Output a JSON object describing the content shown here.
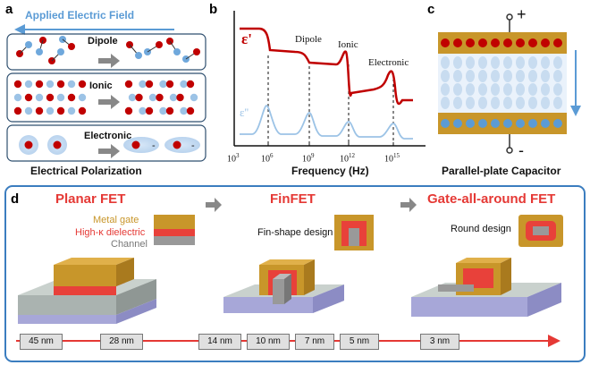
{
  "panel_a": {
    "letter": "a",
    "field_label": "Applied Electric  Field",
    "modes": [
      "Dipole",
      "Ionic",
      "Electronic"
    ],
    "caption": "Electrical Polarization"
  },
  "panel_b": {
    "letter": "b",
    "eps_real": "ε'",
    "eps_imag": "ε''",
    "annotations": [
      "Dipole",
      "Ionic",
      "Electronic"
    ],
    "xlabel": "Frequency (Hz)",
    "ticks": [
      "10",
      "3",
      "10",
      "6",
      "10",
      "9",
      "10",
      "12",
      "10",
      "15"
    ]
  },
  "panel_c": {
    "letter": "c",
    "plus": "+",
    "minus": "-",
    "caption": "Parallel-plate Capacitor"
  },
  "panel_d": {
    "letter": "d",
    "titles": [
      "Planar FET",
      "FinFET",
      "Gate-all-around FET"
    ],
    "legend": [
      "Metal gate",
      "High-κ dielectric",
      "Channel"
    ],
    "designs": [
      "Fin-shape design",
      "Round design"
    ],
    "nodes": [
      "45 nm",
      "28 nm",
      "14 nm",
      "10 nm",
      "7 nm",
      "5 nm",
      "3 nm"
    ]
  },
  "colors": {
    "red": "#c00000",
    "blue": "#5b9bd5",
    "gold": "#c8962a",
    "gate_red": "#e8413a",
    "gray": "#8a8a8a",
    "lavender": "#a7a7d8"
  }
}
